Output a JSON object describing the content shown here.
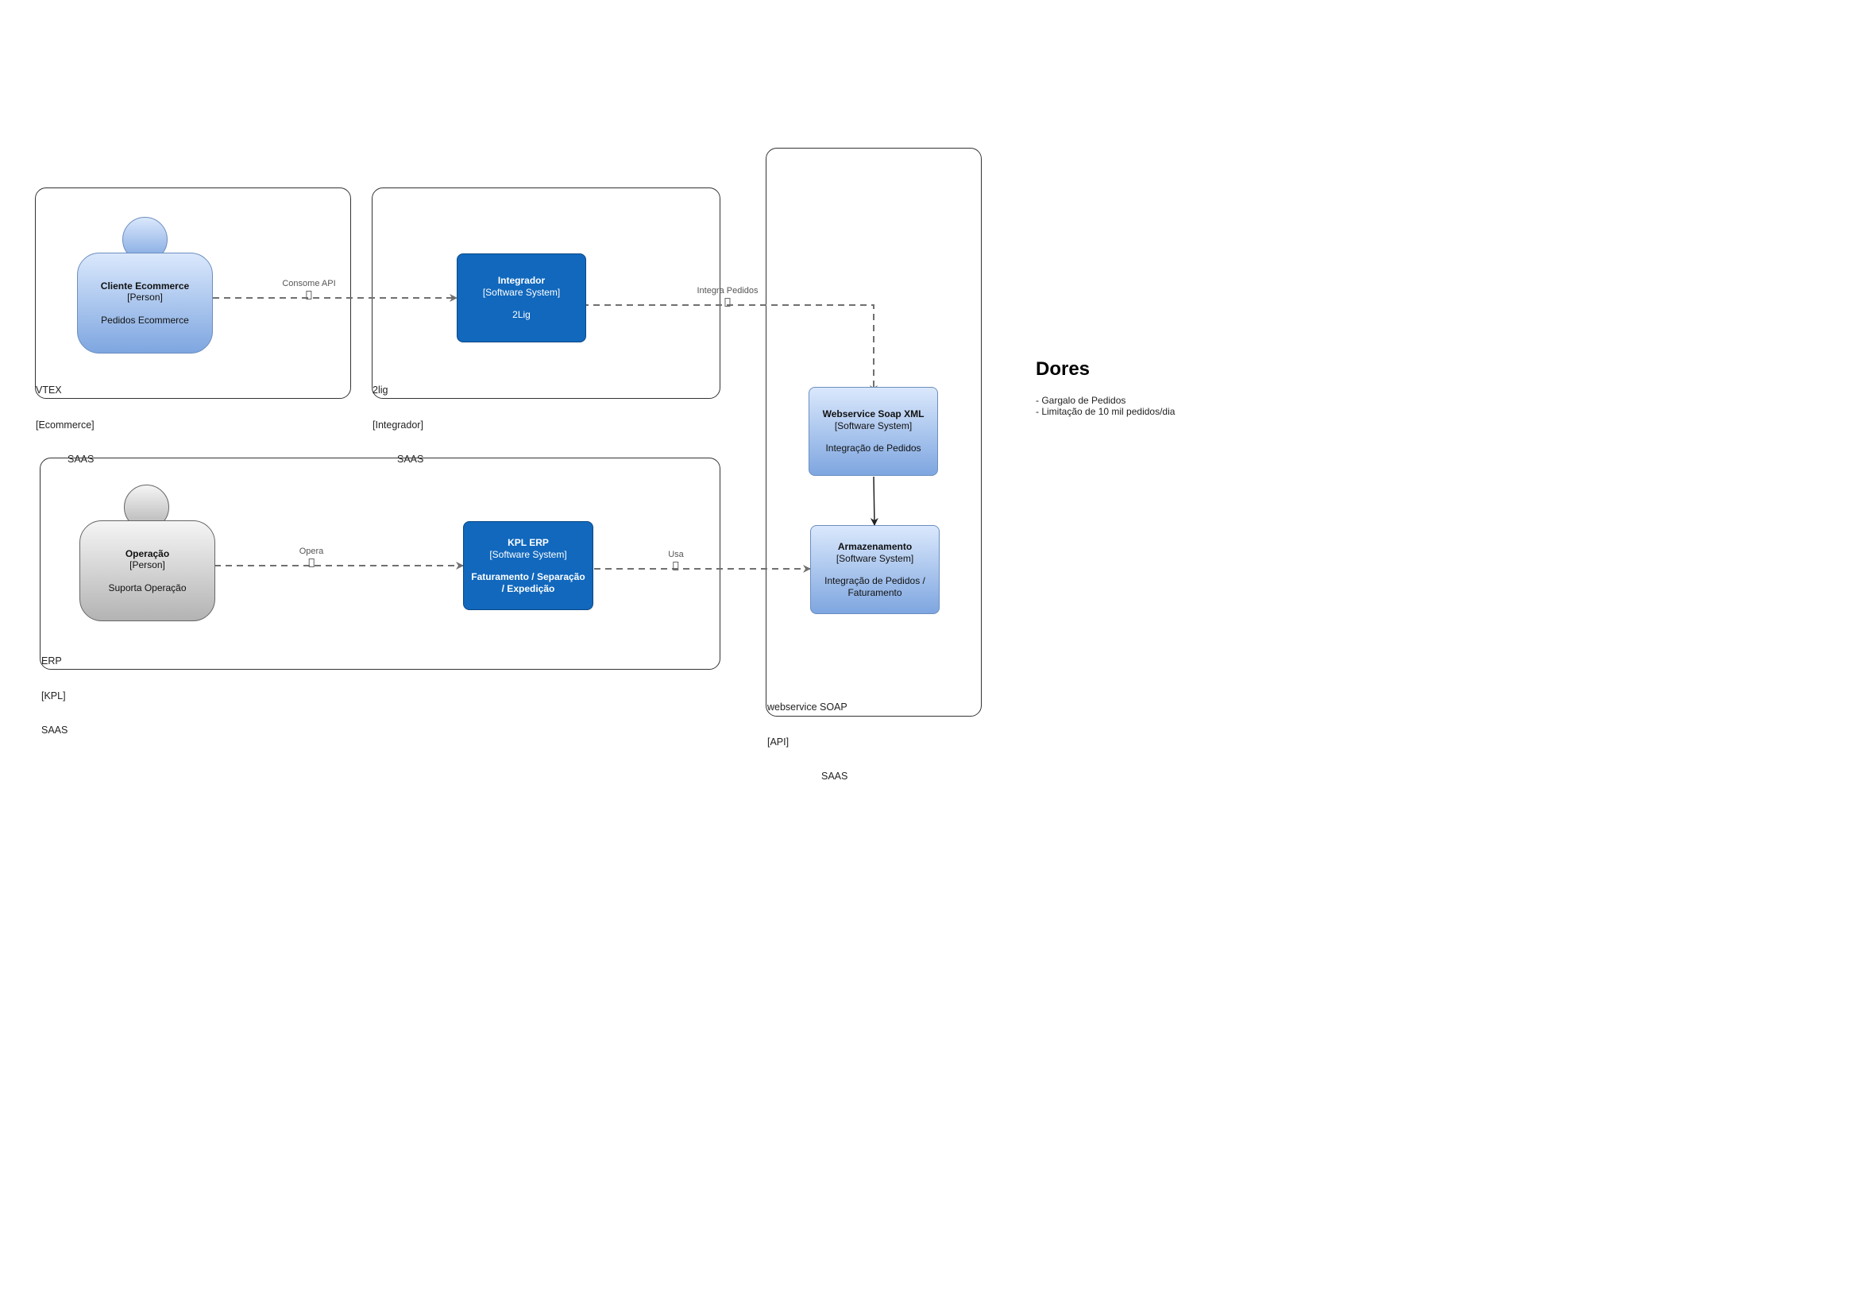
{
  "boundaries": {
    "vtex": {
      "name": "VTEX",
      "tag": "[Ecommerce]",
      "type": "SAAS"
    },
    "twolig": {
      "name": "2lig",
      "tag": "[Integrador]",
      "type": "SAAS"
    },
    "erp": {
      "name": "ERP",
      "tag": "[KPL]",
      "type": "SAAS"
    },
    "ws": {
      "name": "webservice SOAP",
      "tag": "[API]",
      "type": "SAAS"
    }
  },
  "nodes": {
    "cliente": {
      "name": "Cliente Ecommerce",
      "kind": "[Person]",
      "desc": "Pedidos Ecommerce"
    },
    "integrador": {
      "name": "Integrador",
      "kind": "[Software System]",
      "desc": "2Lig"
    },
    "operacao": {
      "name": "Operação",
      "kind": "[Person]",
      "desc": "Suporta Operação"
    },
    "kpl": {
      "name": "KPL ERP",
      "kind": "[Software System]",
      "desc": "Faturamento / Separação / Expedição"
    },
    "webservice": {
      "name": "Webservice Soap XML",
      "kind": "[Software System]",
      "desc": "Integração de Pedidos"
    },
    "armazenamento": {
      "name": "Armazenamento",
      "kind": "[Software System]",
      "desc": "Integração de Pedidos / Faturamento"
    }
  },
  "edges": {
    "consome": "Consome API",
    "integra": "Integra Pedidos",
    "opera": "Opera",
    "usa": "Usa"
  },
  "note": {
    "title": "Dores",
    "items": [
      "- Gargalo de Pedidos",
      "- Limitação de 10 mil pedidos/dia"
    ]
  },
  "colors": {
    "dark_system": "#1168bd",
    "light_system_top": "#dae8fc",
    "light_system_bottom": "#7ea6e0",
    "edge": "#707070"
  }
}
